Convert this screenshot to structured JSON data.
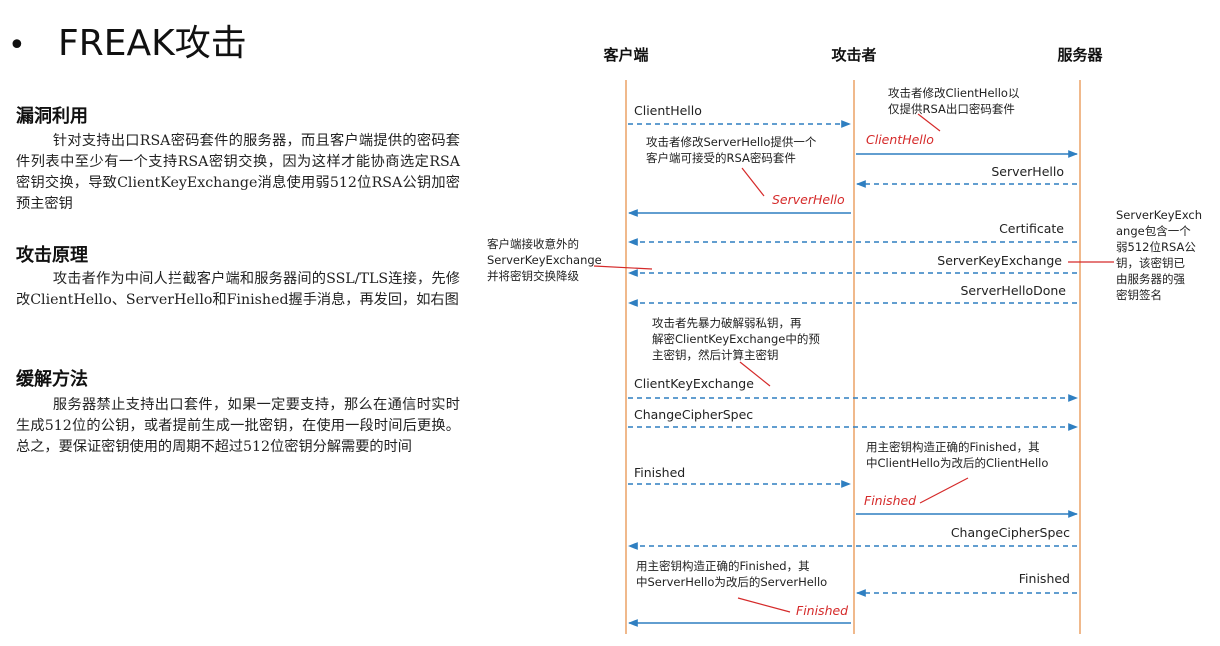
{
  "slide": {
    "bullet": "•",
    "title": "FREAK攻击"
  },
  "sections": [
    {
      "heading": "漏洞利用",
      "body": "针对支持出口RSA密码套件的服务器，而且客户端提供的密码套件列表中至少有一个支持RSA密钥交换，因为这样才能协商选定RSA密钥交换，导致ClientKeyExchange消息使用弱512位RSA公钥加密预主密钥"
    },
    {
      "heading": "攻击原理",
      "body": "攻击者作为中间人拦截客户端和服务器间的SSL/TLS连接，先修改ClientHello、ServerHello和Finished握手消息，再发回，如右图"
    },
    {
      "heading": "缓解方法",
      "body": "服务器禁止支持出口套件，如果一定要支持，那么在通信时实时生成512位的公钥，或者提前生成一批密钥，在使用一段时间后更换。总之，要保证密钥使用的周期不超过512位密钥分解需要的时间"
    }
  ],
  "diagram": {
    "colors": {
      "lifeline": "#f0b98c",
      "arrow": "#2f7fc1",
      "red": "#d52a2a"
    },
    "actors": {
      "client": "客户端",
      "attacker": "攻击者",
      "server": "服务器"
    },
    "messages": {
      "client_hello": "ClientHello",
      "client_hello_mod": "ClientHello",
      "server_hello": "ServerHello",
      "server_hello_mod": "ServerHello",
      "certificate": "Certificate",
      "server_key_exchange": "ServerKeyExchange",
      "server_hello_done": "ServerHelloDone",
      "client_key_exchange": "ClientKeyExchange",
      "change_cipher_spec_c": "ChangeCipherSpec",
      "finished_c": "Finished",
      "finished_c_mod": "Finished",
      "change_cipher_spec_s": "ChangeCipherSpec",
      "finished_s": "Finished",
      "finished_s_mod": "Finished"
    },
    "notes": {
      "n1": [
        "攻击者修改ClientHello以",
        "仅提供RSA出口密码套件"
      ],
      "n2": [
        "攻击者修改ServerHello提供一个",
        "客户端可接受的RSA密码套件"
      ],
      "n3": [
        "客户端接收意外的",
        "ServerKeyExchange",
        "并将密钥交换降级"
      ],
      "n4": [
        "ServerKeyExch",
        "ange包含一个",
        "弱512位RSA公",
        "钥，该密钥已",
        "由服务器的强",
        "密钥签名"
      ],
      "n5": [
        "攻击者先暴力破解弱私钥，再",
        "解密ClientKeyExchange中的预",
        "主密钥，然后计算主密钥"
      ],
      "n6": [
        "用主密钥构造正确的Finished，其",
        "中ClientHello为改后的ClientHello"
      ],
      "n7": [
        "用主密钥构造正确的Finished，其",
        "中ServerHello为改后的ServerHello"
      ]
    }
  }
}
